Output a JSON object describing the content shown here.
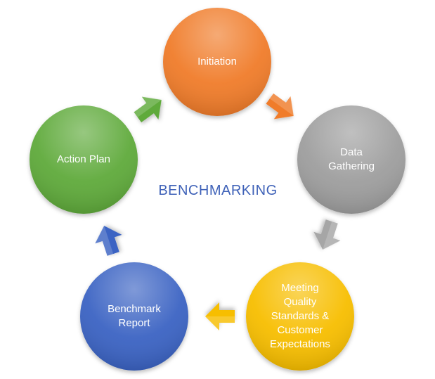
{
  "diagram": {
    "center_title": "BENCHMARKING",
    "nodes": [
      {
        "id": "initiation",
        "label": "Initiation",
        "color": "#f07c2c"
      },
      {
        "id": "data-gathering",
        "label": "Data\nGathering",
        "color": "#9e9e9e"
      },
      {
        "id": "meeting-quality",
        "label": "Meeting\nQuality\nStandards &\nCustomer\nExpectations",
        "color": "#f7be00"
      },
      {
        "id": "benchmark-report",
        "label": "Benchmark\nReport",
        "color": "#3b64c3"
      },
      {
        "id": "action-plan",
        "label": "Action Plan",
        "color": "#5faa3a"
      }
    ],
    "arrows": [
      {
        "from": "initiation",
        "to": "data-gathering",
        "color": "#f07c2c"
      },
      {
        "from": "data-gathering",
        "to": "meeting-quality",
        "color": "#a6a6a6"
      },
      {
        "from": "meeting-quality",
        "to": "benchmark-report",
        "color": "#f7be00"
      },
      {
        "from": "benchmark-report",
        "to": "action-plan",
        "color": "#3b64c3"
      },
      {
        "from": "action-plan",
        "to": "initiation",
        "color": "#5faa3a"
      }
    ]
  }
}
